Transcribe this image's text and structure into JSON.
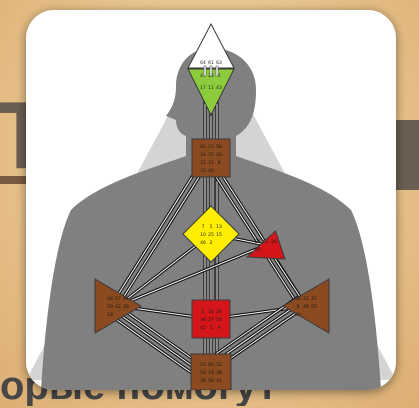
{
  "background": {
    "heading_fragment": "Т",
    "caption_fragment": "орые помогут"
  },
  "colors": {
    "head_center": "#ffffff",
    "ajna_center": "#8ccc3c",
    "throat_center": "#8b4a1f",
    "g_center": "#ffee00",
    "heart_center": "#d4161b",
    "sacral_center": "#d4161b",
    "spleen_center": "#8b4a1f",
    "solar_plexus_center": "#8b4a1f",
    "root_center": "#8b4a1f",
    "body_silhouette": "#808080",
    "background_triangle": "#d4d4d4",
    "channel": "#111111"
  },
  "centers": {
    "head": {
      "gates": [
        "64",
        "61",
        "63"
      ]
    },
    "ajna": {
      "gates": [
        "47",
        "24",
        "4",
        "17",
        "11",
        "43"
      ]
    },
    "throat": {
      "gates": [
        "62",
        "23",
        "56",
        "16",
        "35",
        "20",
        "12",
        "31",
        "8",
        "33",
        "45"
      ]
    },
    "g": {
      "gates": [
        "7",
        "1",
        "13",
        "10",
        "25",
        "15",
        "46",
        "2"
      ]
    },
    "heart": {
      "gates": [
        "21",
        "51",
        "26",
        "40"
      ]
    },
    "spleen": {
      "gates": [
        "48",
        "57",
        "44",
        "50",
        "32",
        "28",
        "18"
      ]
    },
    "sacral": {
      "gates": [
        "5",
        "14",
        "29",
        "34",
        "27",
        "59",
        "42",
        "3",
        "9"
      ]
    },
    "solar_plexus": {
      "gates": [
        "36",
        "22",
        "37",
        "6",
        "49",
        "55",
        "30"
      ]
    },
    "root": {
      "gates": [
        "53",
        "60",
        "52",
        "54",
        "19",
        "38",
        "39",
        "58",
        "41"
      ]
    }
  }
}
